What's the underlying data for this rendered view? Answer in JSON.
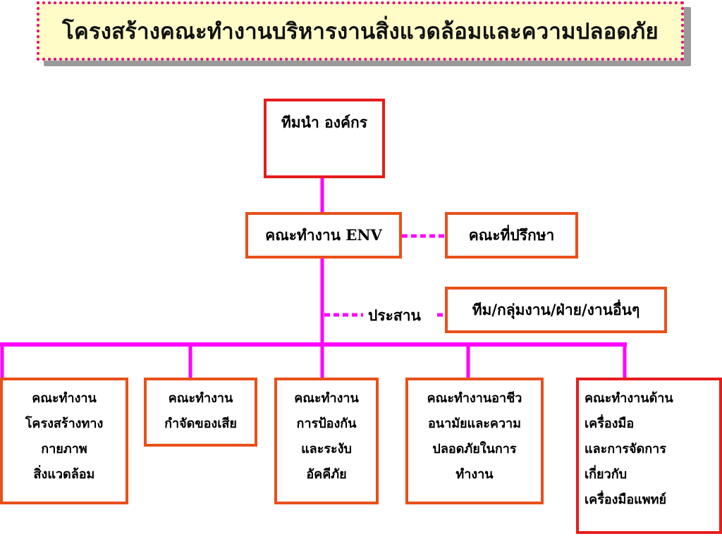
{
  "title": "โครงสร้างคณะทำงานบริหารงานสิ่งแวดล้อมและความปลอดภัย",
  "top_box": "ทีมนำ องค์กร",
  "env_box": "คณะทำงาน ENV",
  "advisor_box": "คณะที่ปรึกษา",
  "coordinate_label": "ประสาน",
  "other_teams_box": "ทีม/กลุ่มงาน/ฝ่าย/งานอื่นๆ",
  "committees": [
    {
      "lines": [
        "คณะทำงาน",
        "โครงสร้างทาง",
        "กายภาพ",
        "สิ่งแวดล้อม"
      ]
    },
    {
      "lines": [
        "คณะทำงาน",
        "กำจัดของเสีย"
      ]
    },
    {
      "lines": [
        "คณะทำงาน",
        "การป้องกัน",
        "และระงับ",
        "อัคคีภัย"
      ]
    },
    {
      "lines": [
        "คณะทำงานอาชีว",
        "อนามัยและความ",
        "ปลอดภัยในการ",
        "ทำงาน"
      ]
    },
    {
      "lines": [
        "คณะทำงานด้าน",
        "เครื่องมือ",
        "และการจัดการ",
        "เกี่ยวกับ",
        "เครื่องมือแพทย์"
      ]
    }
  ],
  "colors": {
    "line": "#ff00ff",
    "box_red": "#e51d1d",
    "box_orange": "#e8501a",
    "title_bg": "#fffcc8",
    "title_border": "#e8007a"
  }
}
